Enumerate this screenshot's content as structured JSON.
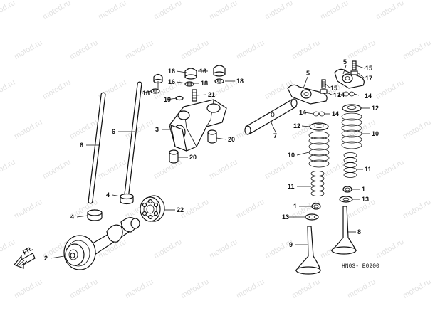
{
  "watermark": "motod.ru",
  "diagram_code": "HN03- E0200",
  "front_marker": "FR.",
  "callouts": {
    "c1a": "1",
    "c1b": "1",
    "c2": "2",
    "c3": "3",
    "c4a": "4",
    "c4b": "4",
    "c5a": "5",
    "c5b": "5",
    "c6a": "6",
    "c6b": "6",
    "c7": "7",
    "c8": "8",
    "c9": "9",
    "c10a": "10",
    "c10b": "10",
    "c11a": "11",
    "c11b": "11",
    "c12a": "12",
    "c12b": "12",
    "c13a": "13",
    "c13b": "13",
    "c14a": "14",
    "c14b": "14",
    "c14c": "14",
    "c14d": "14",
    "c15a": "15",
    "c15b": "15",
    "c16a": "16",
    "c16b": "16",
    "c16c": "16",
    "c17a": "17",
    "c17b": "17",
    "c18a": "18",
    "c18b": "18",
    "c18c": "18",
    "c18d": "18",
    "c19": "19",
    "c20a": "20",
    "c20b": "20",
    "c21": "21",
    "c22": "22"
  }
}
